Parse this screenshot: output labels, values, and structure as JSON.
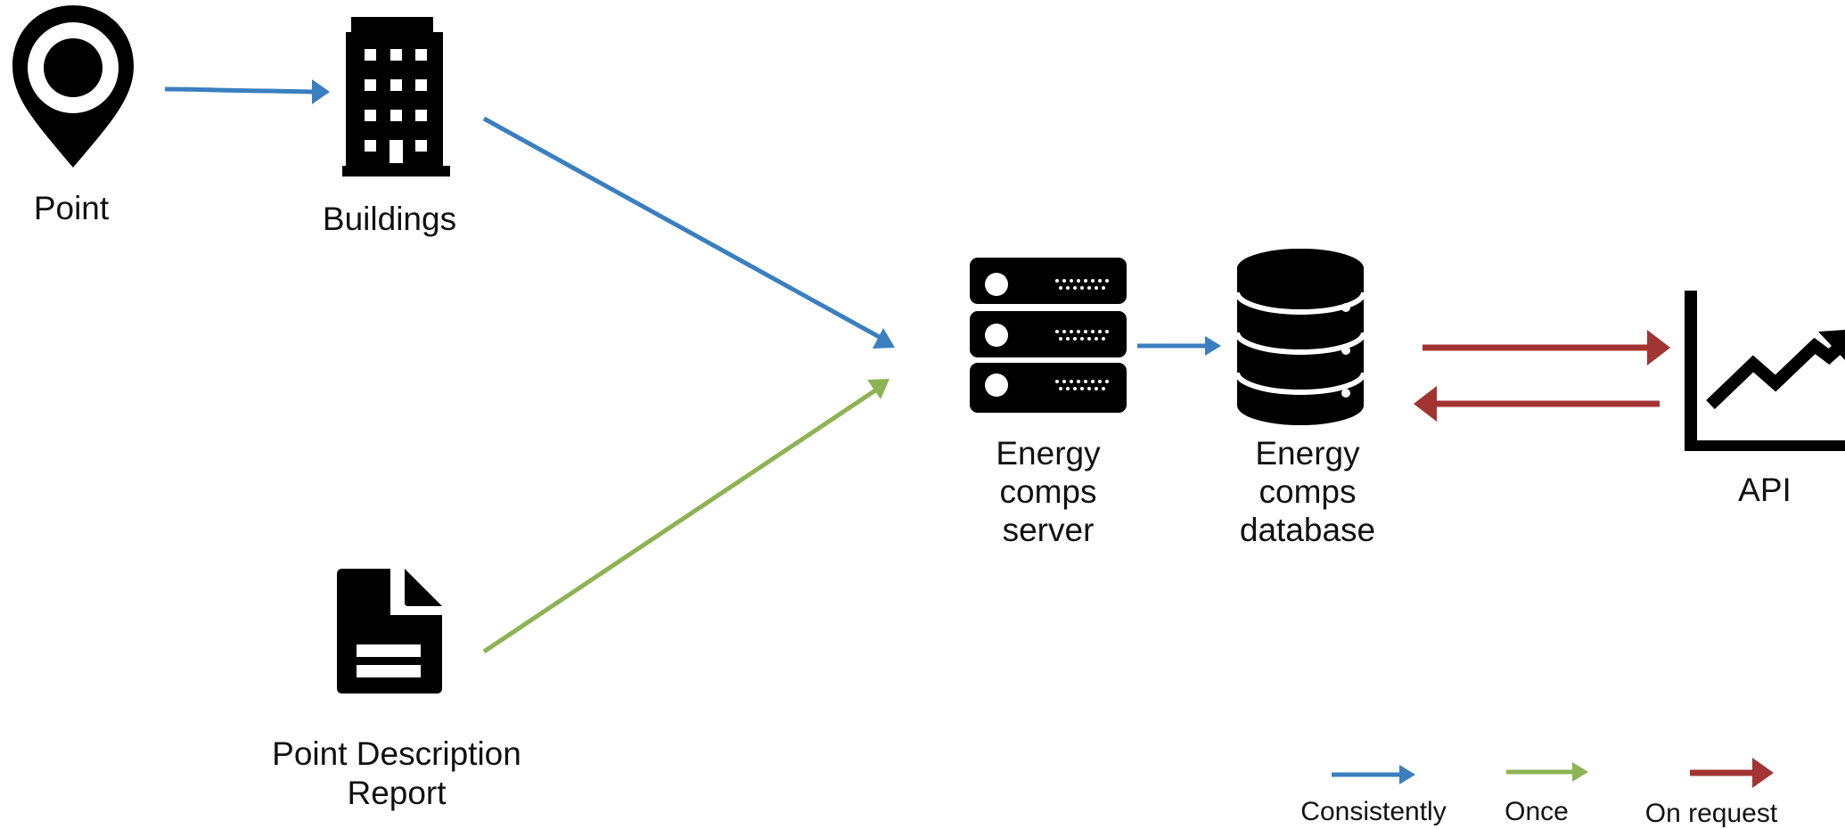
{
  "colors": {
    "consistently": "#3a7fc0",
    "once": "#8db454",
    "on_request": "#a23434",
    "icon": "#000000"
  },
  "nodes": {
    "point": {
      "label": "Point",
      "icon": "map-pin-icon"
    },
    "buildings": {
      "label": "Buildings",
      "icon": "building-icon"
    },
    "report": {
      "label_line1": "Point Description",
      "label_line2": "Report",
      "icon": "document-icon"
    },
    "server": {
      "label_line1": "Energy",
      "label_line2": "comps",
      "label_line3": "server",
      "icon": "server-icon"
    },
    "database": {
      "label_line1": "Energy",
      "label_line2": "comps",
      "label_line3": "database",
      "icon": "database-icon"
    },
    "api": {
      "label": "API",
      "icon": "chart-trend-icon"
    }
  },
  "legend": [
    {
      "key": "consistently",
      "label": "Consistently"
    },
    {
      "key": "once",
      "label": "Once"
    },
    {
      "key": "on_request",
      "label": "On request"
    }
  ]
}
